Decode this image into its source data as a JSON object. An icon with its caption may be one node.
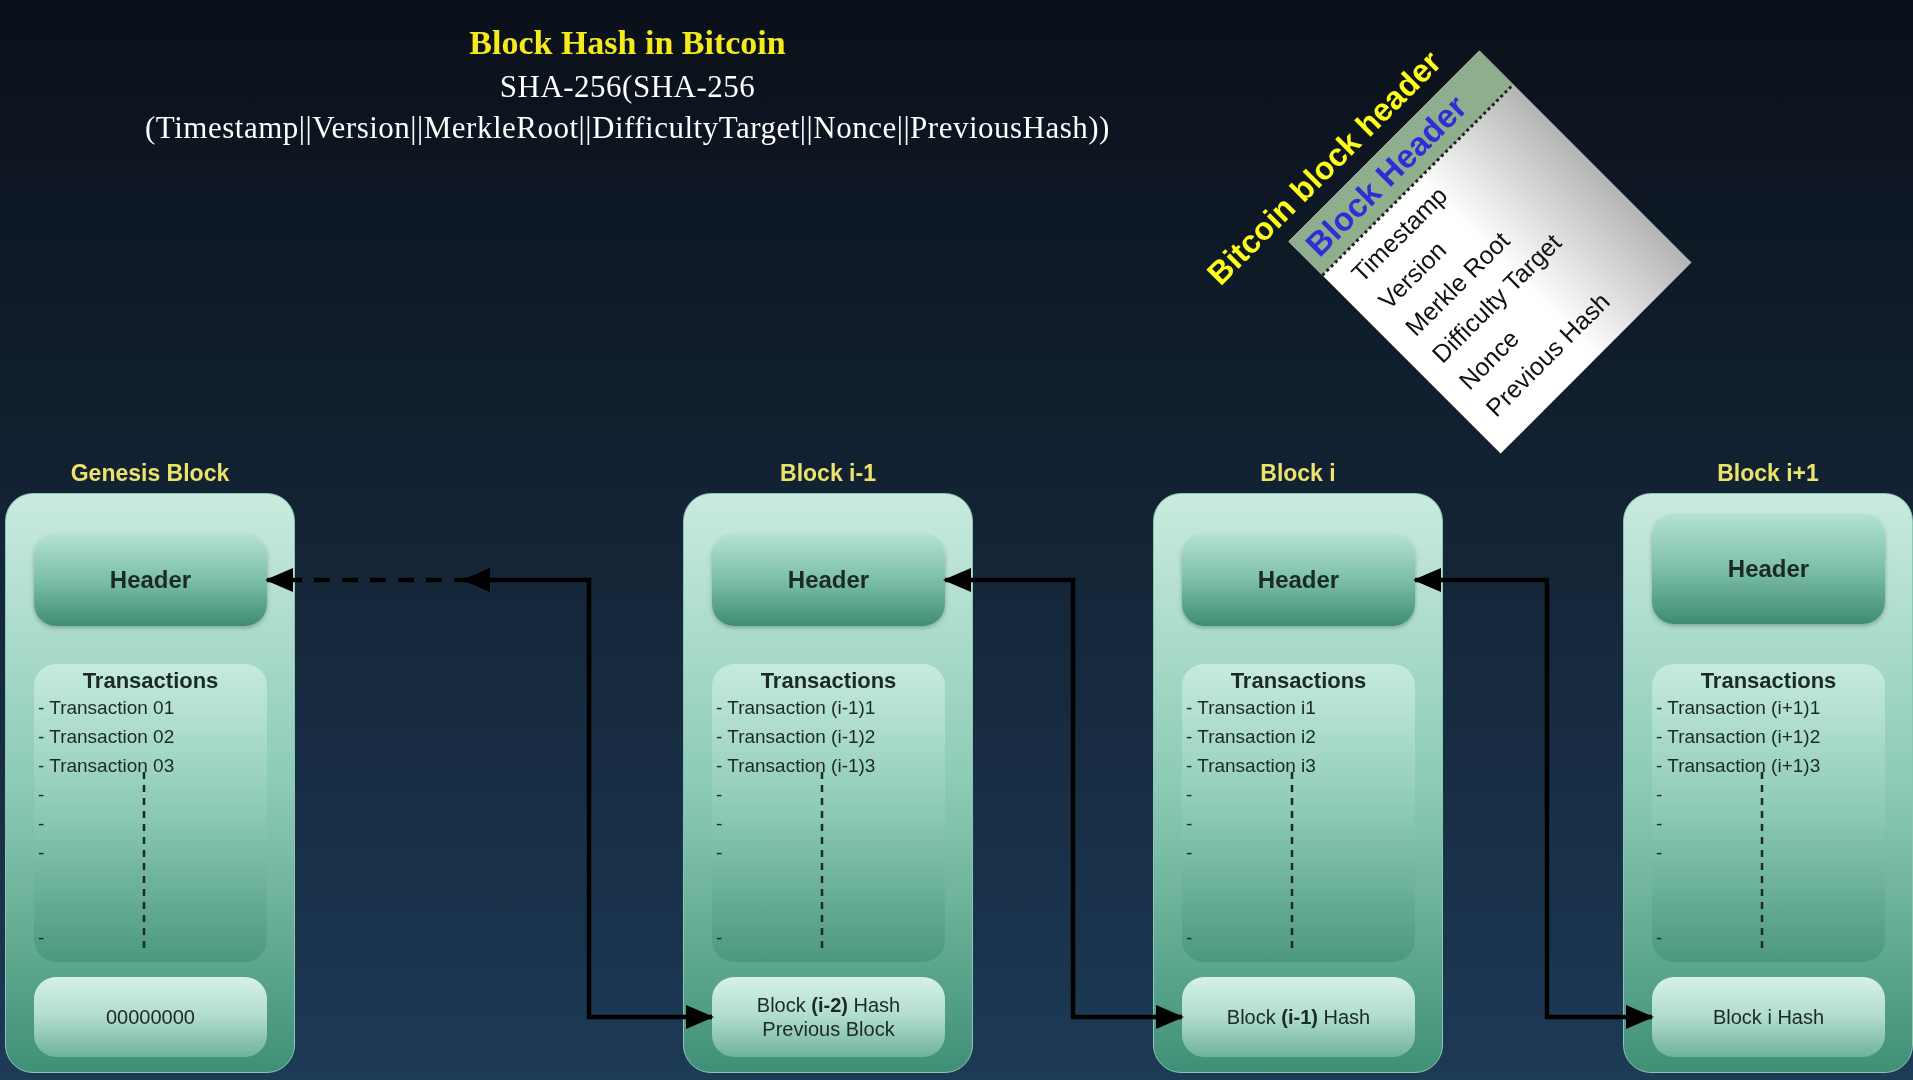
{
  "diagram": {
    "title": "Block Hash in Bitcoin",
    "nodes": [
      {
        "text": [
          "Genesis Block"
        ]
      },
      {
        "text": [
          "Header"
        ],
        "in": 0
      },
      {
        "text": [
          "Transactions",
          "- Transaction 01",
          "- Transaction 02",
          "- Transaction 03",
          "-",
          "-",
          "-",
          "-"
        ],
        "in": 0
      },
      {
        "text": [
          "00000000"
        ],
        "in": 0
      },
      {
        "text": [
          "Block i-1"
        ]
      },
      {
        "text": [
          "Header"
        ],
        "in": 4
      },
      {
        "text": [
          "Transactions",
          "- Transaction (i-1)1",
          "- Transaction (i-1)2",
          "- Transaction (i-1)3",
          "-",
          "-",
          "-",
          "-"
        ],
        "in": 4
      },
      {
        "text": [
          "Block **(i-2)** Hash Previous Block"
        ],
        "in": 4
      },
      {
        "text": [
          "Block i"
        ]
      },
      {
        "text": [
          "Header"
        ],
        "in": 8
      },
      {
        "text": [
          "Transactions",
          "- Transaction i1",
          "- Transaction i2",
          "- Transaction i3",
          "-",
          "-",
          "-",
          "-"
        ],
        "in": 8
      },
      {
        "text": [
          "Block **(i-1)** Hash"
        ],
        "in": 8
      },
      {
        "text": [
          "Block i+1"
        ]
      },
      {
        "text": [
          "Header"
        ],
        "in": 12
      },
      {
        "text": [
          "Transactions",
          "- Transaction (i+1)1",
          "- Transaction (i+1)2",
          "- Transaction (i+1)3",
          "-",
          "-",
          "-",
          "-"
        ],
        "in": 12
      },
      {
        "text": [
          "Block i Hash"
        ],
        "in": 12
      },
      {
        "text": [
          "Bitcoin block header",
          "Block Header",
          "Timestamp",
          "Version",
          "Merkle Root",
          "Difficulty Target",
          "Nonce",
          "Previous Hash"
        ]
      }
    ],
    "edges": [
      {
        "from": null,
        "to": 1,
        "arrow": "to",
        "style": "dashed"
      },
      {
        "from": 7,
        "to": null,
        "arrow": "both"
      },
      {
        "from": 11,
        "to": 5,
        "arrow": "both"
      },
      {
        "from": 15,
        "to": 9,
        "arrow": "both"
      }
    ],
    "labels": [
      "SHA-256(SHA-256",
      "(Timestamp||Version||MerkleRoot||DifficultyTarget||Nonce||PreviousHash))"
    ]
  }
}
